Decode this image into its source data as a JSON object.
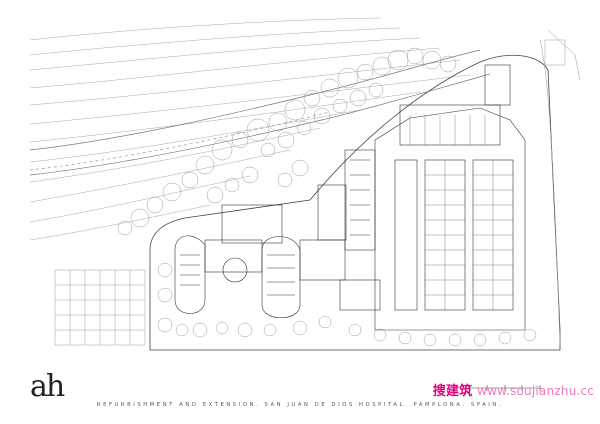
{
  "header": {
    "logo": "ah"
  },
  "caption": {
    "text": "REFURBISHMENT AND EXTENSION. SAN JUAN DE DIOS HOSPITAL. PAMPLONA. SPAIN."
  },
  "watermark": {
    "chinese": "搜建筑",
    "url": "www.soujianzhu.cc"
  },
  "colors": {
    "line": "#8a8a8a",
    "dark_line": "#333333",
    "watermark": "#e4007f"
  }
}
